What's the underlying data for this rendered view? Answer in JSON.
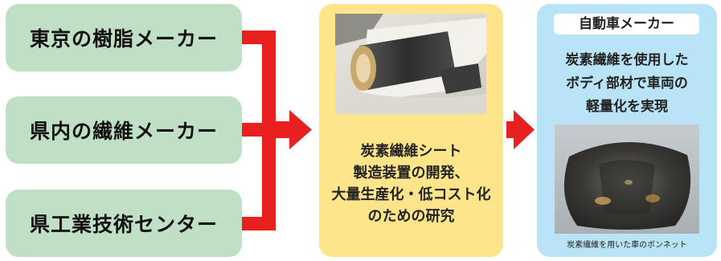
{
  "sources": [
    {
      "label": "東京の樹脂メーカー"
    },
    {
      "label": "県内の繊維メーカー"
    },
    {
      "label": "県工業技術センター"
    }
  ],
  "research": {
    "lines": [
      "炭素繊維シート",
      "製造装置の開発、",
      "大量生産化・低コスト化",
      "のための研究"
    ]
  },
  "automaker": {
    "tag": "自動車メーカー",
    "lines": [
      "炭素繊維を使用した",
      "ボディ部材で車両の",
      "軽量化を実現"
    ],
    "caption": "炭素繊維を用いた車のボンネット"
  },
  "colors": {
    "source_box": "#bfe0c4",
    "research_box": "#ffe58a",
    "automaker_box": "#b9e3f6",
    "arrow": "#e8201f"
  }
}
